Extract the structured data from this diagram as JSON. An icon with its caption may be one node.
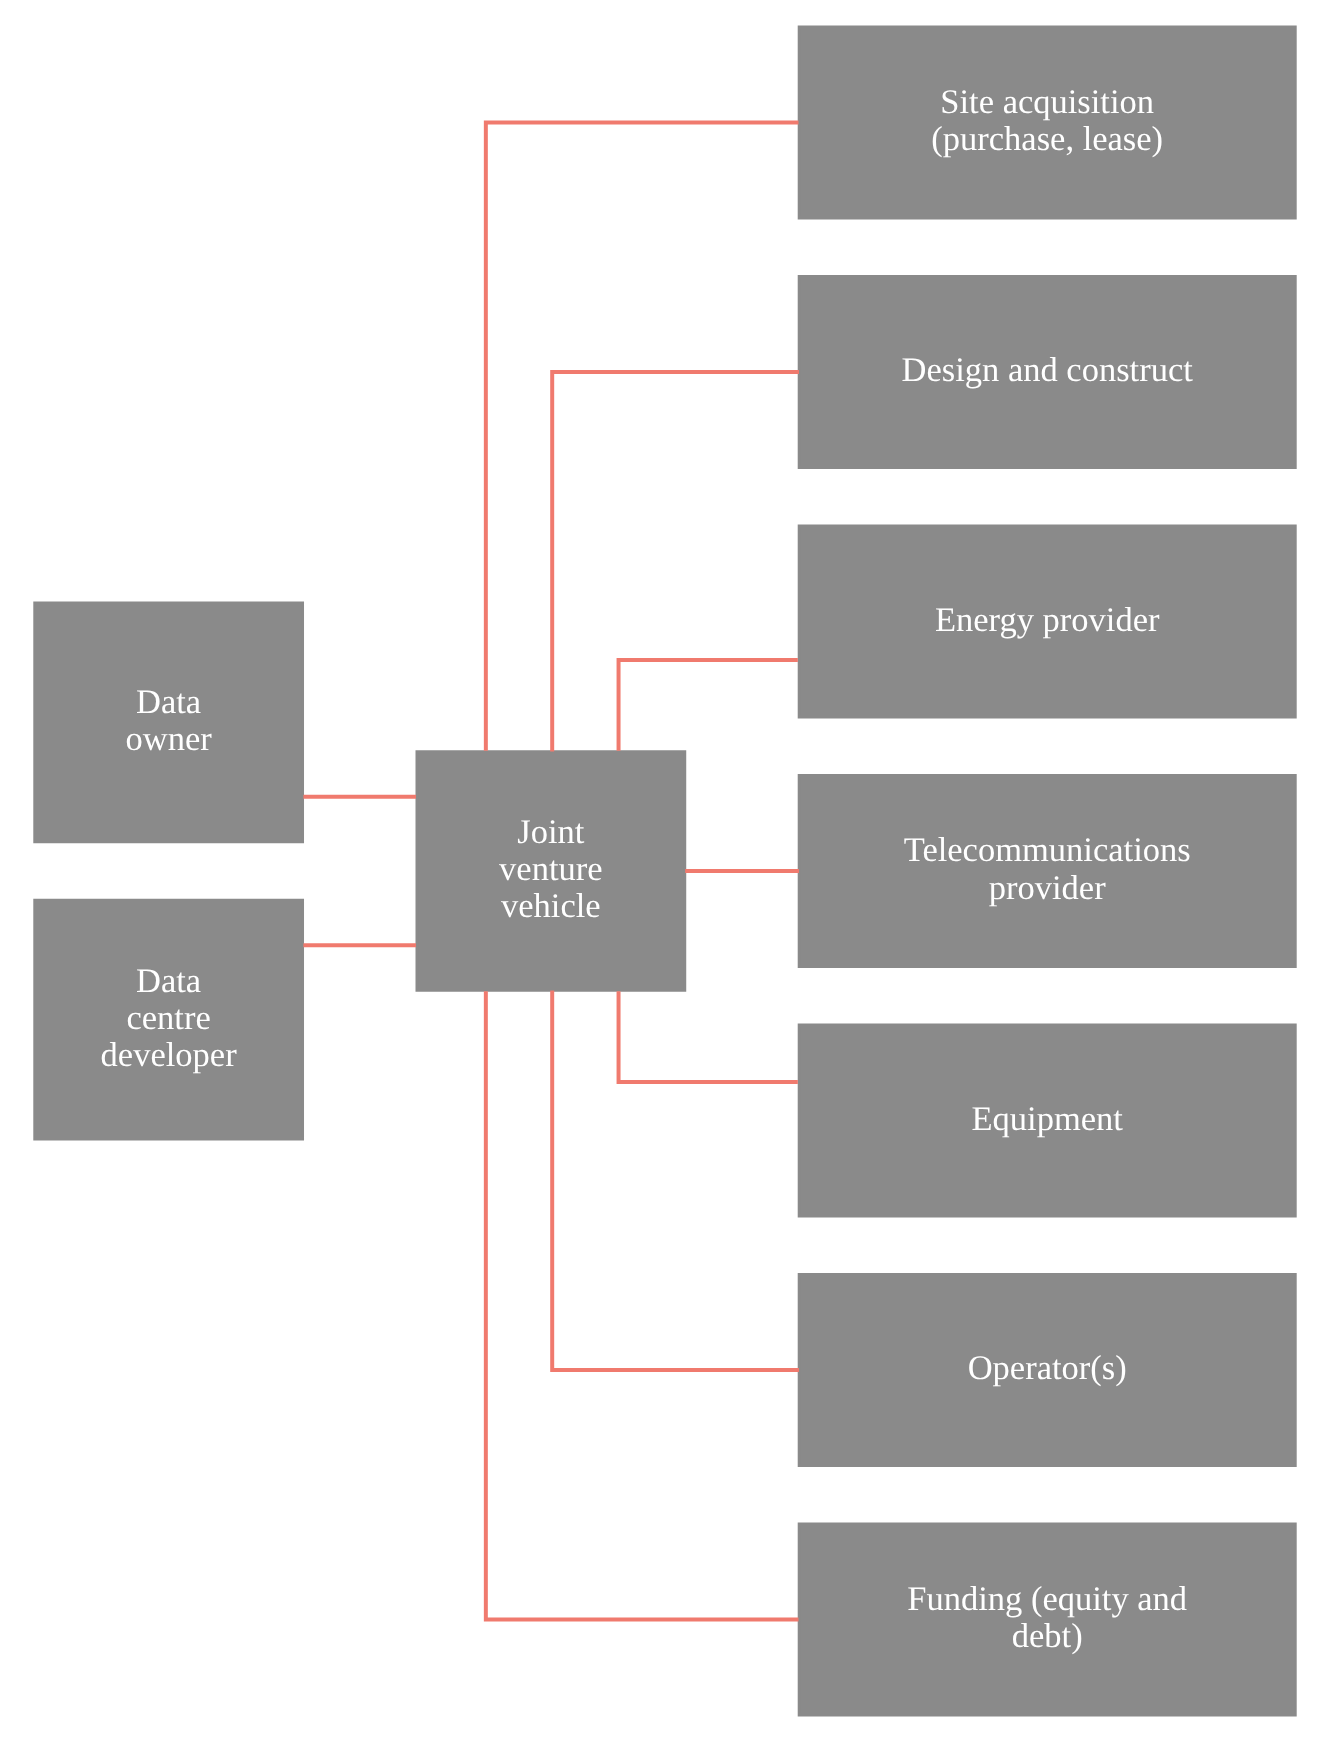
{
  "diagram": {
    "nodes": [
      {
        "text": [
          "Data owner"
        ]
      },
      {
        "text": [
          "Data centre developer"
        ]
      },
      {
        "text": [
          "Joint venture vehicle"
        ]
      },
      {
        "text": [
          "Site acquisition (purchase, lease)"
        ]
      },
      {
        "text": [
          "Design and construct"
        ]
      },
      {
        "text": [
          "Energy provider"
        ]
      },
      {
        "text": [
          "Telecommunications provider"
        ]
      },
      {
        "text": [
          "Equipment"
        ]
      },
      {
        "text": [
          "Operator(s)"
        ]
      },
      {
        "text": [
          "Funding (equity and debt)"
        ]
      }
    ],
    "edges": [
      {
        "from": 0,
        "to": 2,
        "arrow": "none"
      },
      {
        "from": 1,
        "to": 2,
        "arrow": "none"
      },
      {
        "from": 2,
        "to": 3,
        "arrow": "none"
      },
      {
        "from": 2,
        "to": 4,
        "arrow": "none"
      },
      {
        "from": 2,
        "to": 5,
        "arrow": "none"
      },
      {
        "from": 2,
        "to": 6,
        "arrow": "none"
      },
      {
        "from": 2,
        "to": 7,
        "arrow": "none"
      },
      {
        "from": 2,
        "to": 8,
        "arrow": "none"
      },
      {
        "from": 2,
        "to": 9,
        "arrow": "none"
      }
    ]
  }
}
